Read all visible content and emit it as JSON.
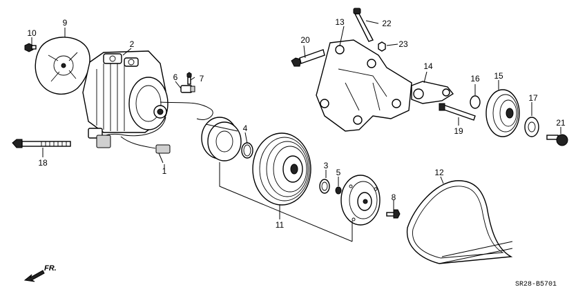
{
  "diagram": {
    "code": "SR28-B5701",
    "direction_label": "FR.",
    "callouts": [
      {
        "id": "c1",
        "label": "1"
      },
      {
        "id": "c2",
        "label": "2"
      },
      {
        "id": "c3",
        "label": "3"
      },
      {
        "id": "c4",
        "label": "4"
      },
      {
        "id": "c5",
        "label": "5"
      },
      {
        "id": "c6",
        "label": "6"
      },
      {
        "id": "c7",
        "label": "7"
      },
      {
        "id": "c8",
        "label": "8"
      },
      {
        "id": "c9",
        "label": "9"
      },
      {
        "id": "c10",
        "label": "10"
      },
      {
        "id": "c11",
        "label": "11"
      },
      {
        "id": "c12",
        "label": "12"
      },
      {
        "id": "c13",
        "label": "13"
      },
      {
        "id": "c14",
        "label": "14"
      },
      {
        "id": "c15",
        "label": "15"
      },
      {
        "id": "c16",
        "label": "16"
      },
      {
        "id": "c17",
        "label": "17"
      },
      {
        "id": "c18",
        "label": "18"
      },
      {
        "id": "c19",
        "label": "19"
      },
      {
        "id": "c20",
        "label": "20"
      },
      {
        "id": "c21",
        "label": "21"
      },
      {
        "id": "c22",
        "label": "22"
      },
      {
        "id": "c23",
        "label": "23"
      }
    ]
  }
}
